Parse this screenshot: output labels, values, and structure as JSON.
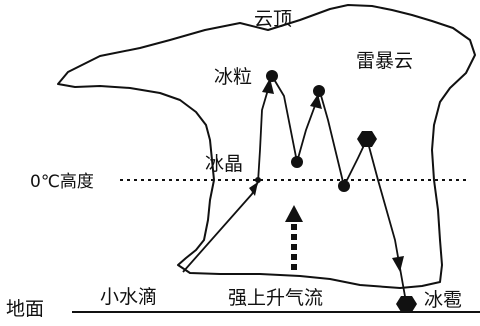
{
  "labels": {
    "cloud_top": "云顶",
    "thundercloud": "雷暴云",
    "ice_pellet": "冰粒",
    "ice_crystal": "冰晶",
    "freezing_level": "0℃高度",
    "water_droplet": "小水滴",
    "updraft": "强上升气流",
    "hailstone": "冰雹",
    "ground": "地面"
  }
}
